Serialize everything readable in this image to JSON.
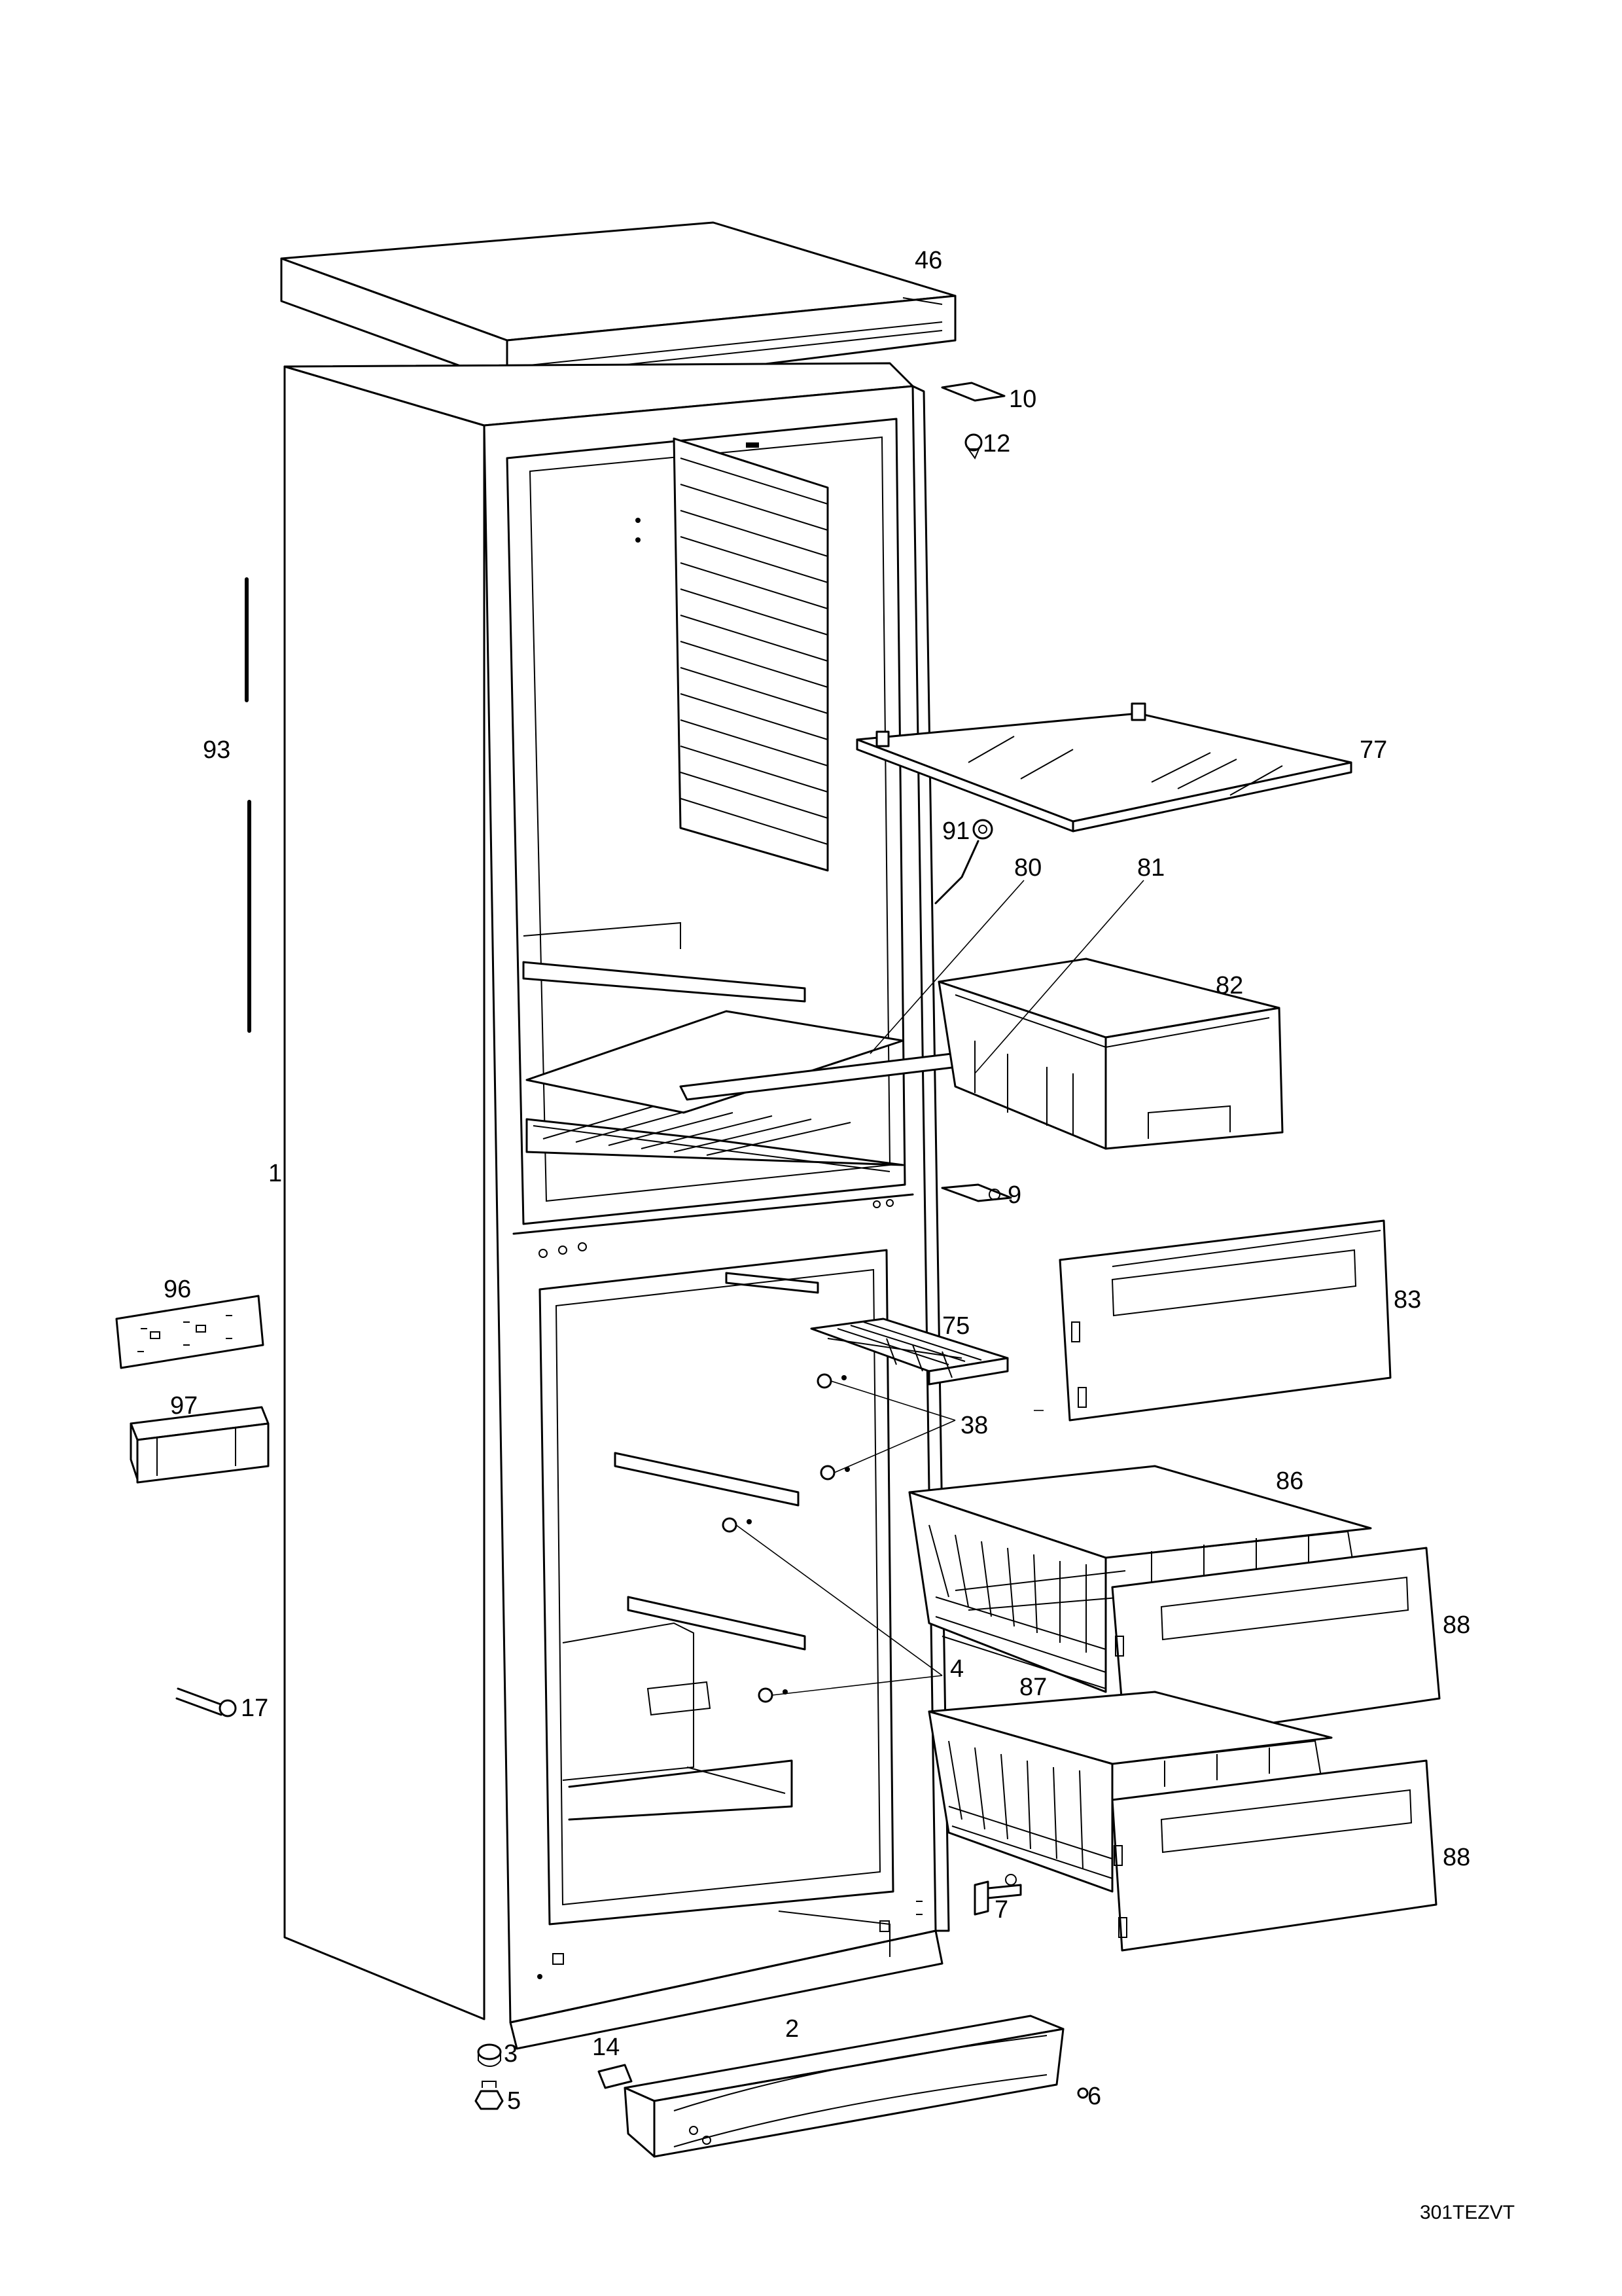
{
  "drawing_code": "301TEZVT",
  "callouts": [
    {
      "id": "46",
      "text": "46"
    },
    {
      "id": "10",
      "text": "10"
    },
    {
      "id": "12",
      "text": "12"
    },
    {
      "id": "93",
      "text": "93"
    },
    {
      "id": "77",
      "text": "77"
    },
    {
      "id": "91",
      "text": "91"
    },
    {
      "id": "80",
      "text": "80"
    },
    {
      "id": "81",
      "text": "81"
    },
    {
      "id": "82",
      "text": "82"
    },
    {
      "id": "1",
      "text": "1"
    },
    {
      "id": "9",
      "text": "9"
    },
    {
      "id": "96",
      "text": "96"
    },
    {
      "id": "83",
      "text": "83"
    },
    {
      "id": "75",
      "text": "75"
    },
    {
      "id": "97",
      "text": "97"
    },
    {
      "id": "38",
      "text": "38"
    },
    {
      "id": "86",
      "text": "86"
    },
    {
      "id": "88a",
      "text": "88"
    },
    {
      "id": "4",
      "text": "4"
    },
    {
      "id": "87",
      "text": "87"
    },
    {
      "id": "17",
      "text": "17"
    },
    {
      "id": "88b",
      "text": "88"
    },
    {
      "id": "7",
      "text": "7"
    },
    {
      "id": "2",
      "text": "2"
    },
    {
      "id": "14",
      "text": "14"
    },
    {
      "id": "3",
      "text": "3"
    },
    {
      "id": "6",
      "text": "6"
    },
    {
      "id": "5",
      "text": "5"
    }
  ]
}
